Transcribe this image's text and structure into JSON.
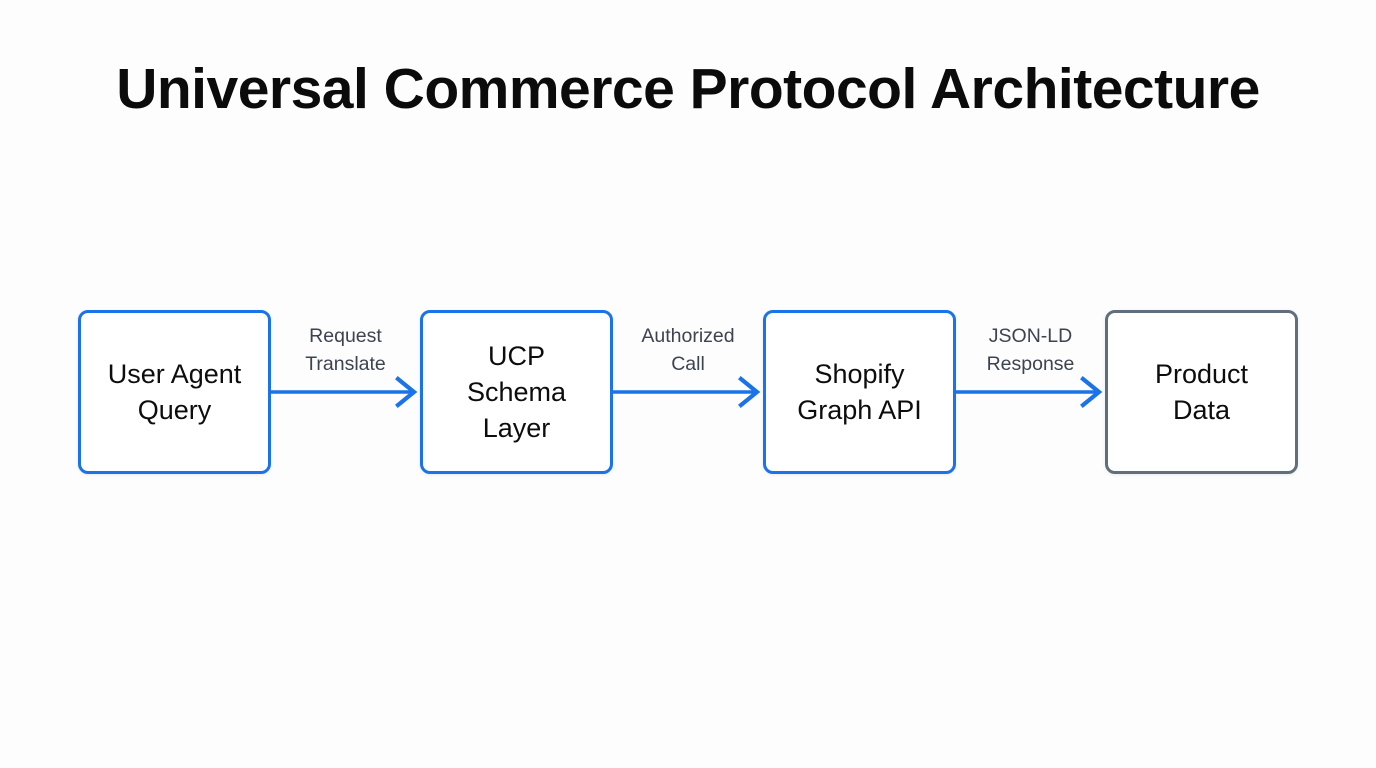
{
  "page": {
    "title": "Universal Commerce Protocol Architecture",
    "background_color": "#fdfdfd",
    "title_color": "#0b0b0c"
  },
  "palette": {
    "node_accent": "#1a73e8",
    "terminal_border": "#616e7c",
    "arrow_color": "#1a73e8",
    "edge_label_color": "#3c4450",
    "node_text_color": "#0d0d0e",
    "node_fill": "#ffffff"
  },
  "diagram": {
    "type": "flowchart",
    "orientation": "left-to-right",
    "nodes": [
      {
        "id": "user-agent",
        "label": "User Agent\nQuery",
        "style": "accent"
      },
      {
        "id": "ucp-schema",
        "label": "UCP\nSchema\nLayer",
        "style": "accent"
      },
      {
        "id": "shopify-api",
        "label": "Shopify\nGraph API",
        "style": "accent"
      },
      {
        "id": "product",
        "label": "Product\nData",
        "style": "terminal"
      }
    ],
    "edges": [
      {
        "id": "edge-1",
        "from": "user-agent",
        "to": "ucp-schema",
        "label": "Request\nTranslate"
      },
      {
        "id": "edge-2",
        "from": "ucp-schema",
        "to": "shopify-api",
        "label": "Authorized\nCall"
      },
      {
        "id": "edge-3",
        "from": "shopify-api",
        "to": "product",
        "label": "JSON-LD\nResponse"
      }
    ]
  }
}
